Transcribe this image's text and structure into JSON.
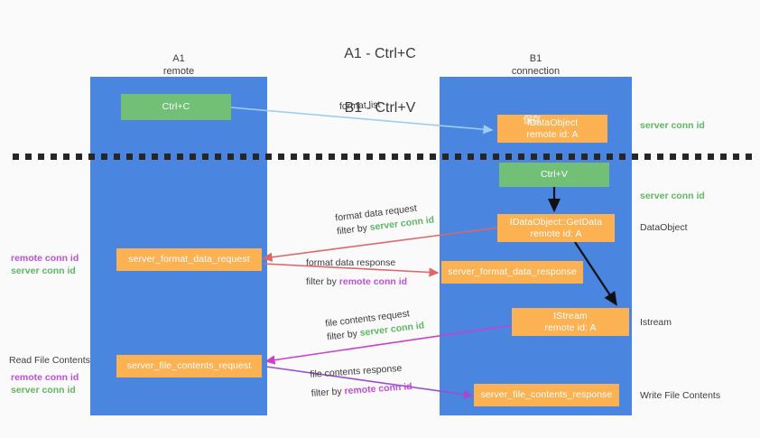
{
  "title": {
    "line1": "A1 - Ctrl+C",
    "line2": "B1 - Ctrl+V"
  },
  "colors": {
    "lane": "#4a86e0",
    "green_box": "#72c078",
    "orange_box": "#fcb153",
    "server_conn_id": "#5fb664",
    "remote_conn_id": "#c04fd8",
    "arrow_blue": "#9ecdee",
    "arrow_red": "#e06666",
    "arrow_magenta": "#cc3fcc",
    "arrow_purple": "#9a4fd0",
    "arrow_black": "#000000",
    "background": "#fafafa"
  },
  "columns": [
    {
      "name": "A1",
      "sub": "remote"
    },
    {
      "name": "B1",
      "sub": "connection"
    }
  ],
  "nodes": {
    "ctrl_c": {
      "line1": "Ctrl+C",
      "line2": ""
    },
    "idataobject": {
      "line1": "IDataObject",
      "line2": "remote id: A",
      "overlay_glyphs": "保存"
    },
    "ctrl_v": {
      "line1": "Ctrl+V",
      "line2": ""
    },
    "getdata": {
      "line1": "IDataObject::GetData",
      "line2": "remote id: A"
    },
    "format_data_request": {
      "line1": "server_format_data_request",
      "line2": ""
    },
    "format_data_response": {
      "line1": "server_format_data_response",
      "line2": ""
    },
    "istream": {
      "line1": "IStream",
      "line2": "remote id: A"
    },
    "file_contents_request": {
      "line1": "server_file_contents_request",
      "line2": ""
    },
    "file_contents_response": {
      "line1": "server_file_contents_response",
      "line2": ""
    }
  },
  "edge_labels": {
    "format_list": {
      "text": "format list"
    },
    "format_data_request": {
      "line1": "format data request",
      "line2_prefix": "filter by ",
      "line2_id": "server conn id"
    },
    "format_data_response": {
      "line1": "format data response",
      "line2_prefix": "filter by ",
      "line2_id": "remote conn id"
    },
    "file_contents_request": {
      "line1": "file contents request",
      "line2_prefix": "filter by ",
      "line2_id": "server conn id"
    },
    "file_contents_response": {
      "line1": "file contents response",
      "line2_prefix": "filter by ",
      "line2_id": "remote conn id"
    }
  },
  "right_notes": {
    "server_conn_id_top": "server conn id",
    "server_conn_id_mid": "server conn id",
    "dataobject": "DataObject",
    "istream": "Istream",
    "write_file_contents": "Write File Contents"
  },
  "left_notes": {
    "conn_pair_upper": {
      "remote": "remote conn id",
      "server": "server conn id"
    },
    "read_file_contents": "Read File Contents",
    "conn_pair_lower": {
      "remote": "remote conn id",
      "server": "server conn id"
    }
  }
}
